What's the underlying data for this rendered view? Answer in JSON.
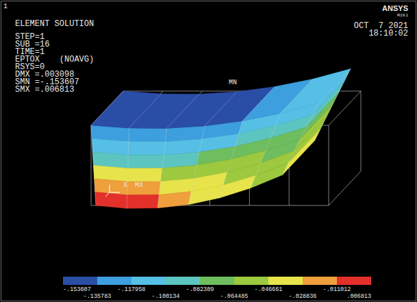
{
  "diagram": {
    "labels": [
      "1",
      "ELEMENT SOLUTION",
      "STEP=1",
      "SUB =16",
      "TIME=1",
      "EPTOX    (NOAVG)",
      "RSYS=0",
      "DMX =.003098",
      "SMN =-.153607",
      "SMX =.006813",
      "ANSYS",
      "R19.1",
      "OCT  7 2021",
      "18:10:02",
      "MN",
      "MX",
      "X",
      ".006813"
    ],
    "legend": [
      {
        "text": "-.153607",
        "color": "#2a4ea6"
      },
      {
        "text": "-.135783",
        "color": "#3d9fde"
      },
      {
        "text": "-.117958",
        "color": "#55bfe6"
      },
      {
        "text": "-.100134",
        "color": "#5cc5c0"
      },
      {
        "text": "-.082309",
        "color": "#6ebd5e"
      },
      {
        "text": "-.064485",
        "color": "#9cc93e"
      },
      {
        "text": "-.046661",
        "color": "#e6e44a"
      },
      {
        "text": "-.028836",
        "color": "#ef9f3c"
      },
      {
        "text": "-.011012",
        "color": "#e3302b"
      }
    ]
  }
}
